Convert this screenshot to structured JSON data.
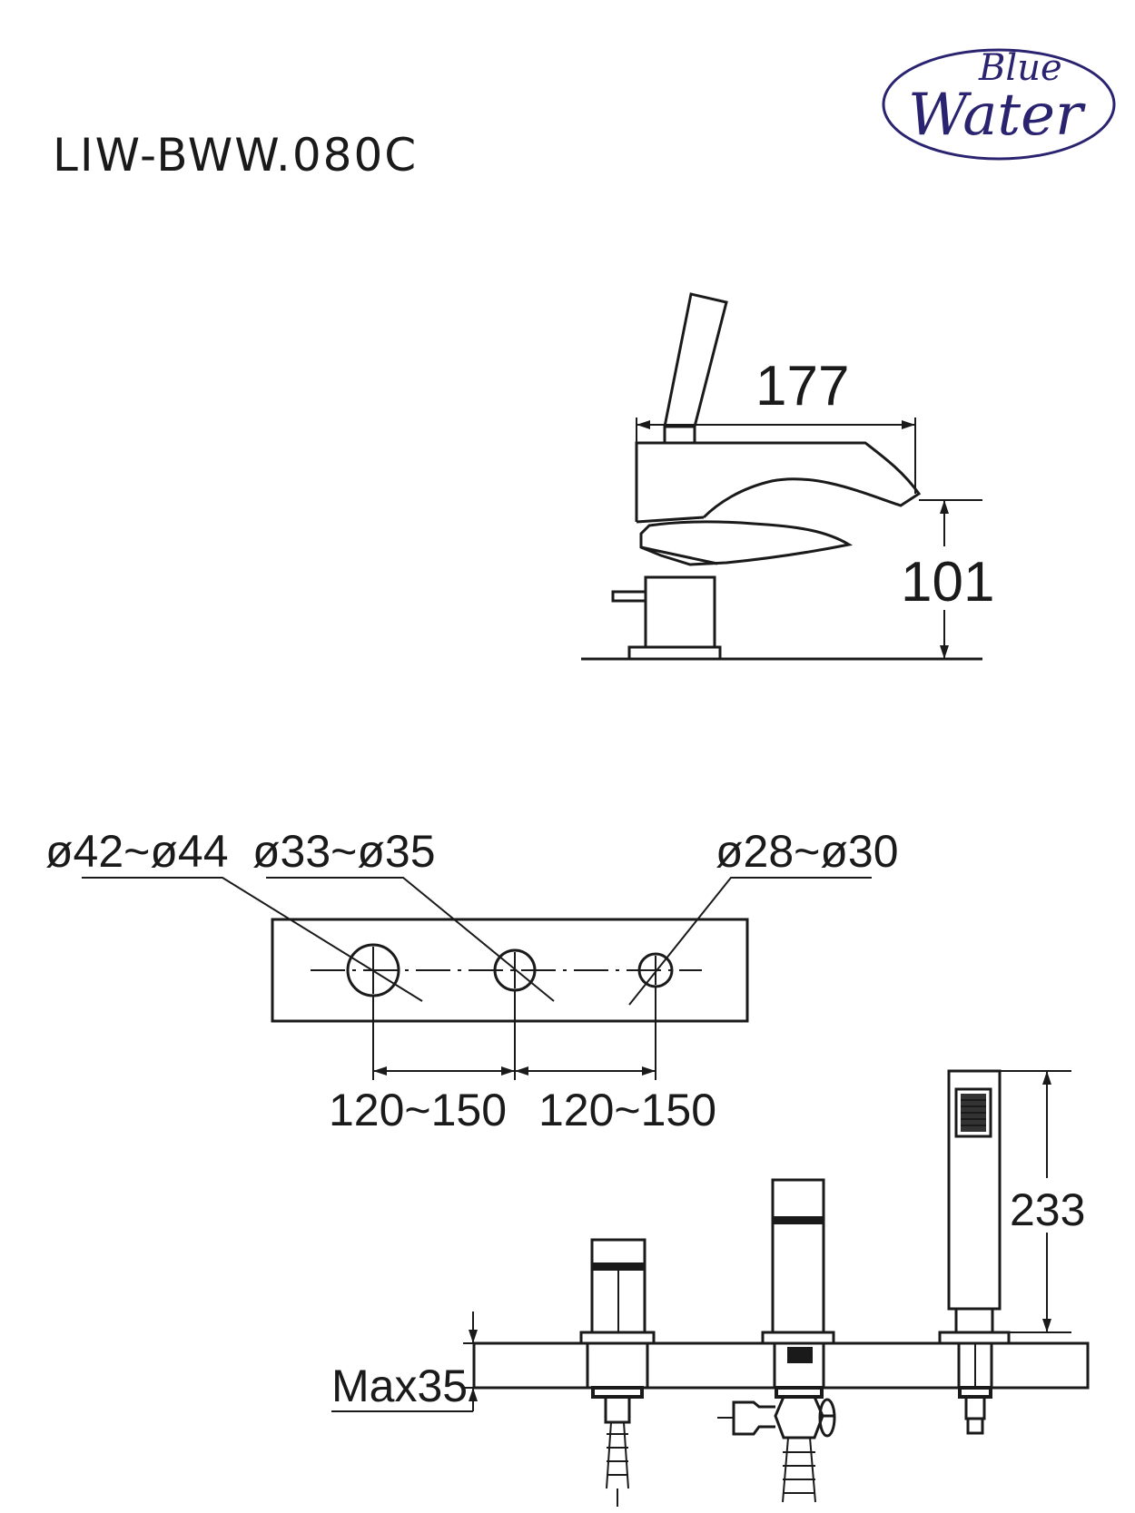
{
  "header": {
    "model_code": "LIW-BWW.080C"
  },
  "logo": {
    "line1": "Blue",
    "line2": "Water",
    "color": "#2a2370"
  },
  "side_view": {
    "length_label": "177",
    "height_label": "101"
  },
  "plan_view": {
    "hole1_label": "ø42~ø44",
    "hole2_label": "ø33~ø35",
    "hole3_label": "ø28~ø30",
    "spacing1_label": "120~150",
    "spacing2_label": "120~150"
  },
  "front_view": {
    "handshower_height_label": "233",
    "deck_thickness_label": "Max35"
  }
}
